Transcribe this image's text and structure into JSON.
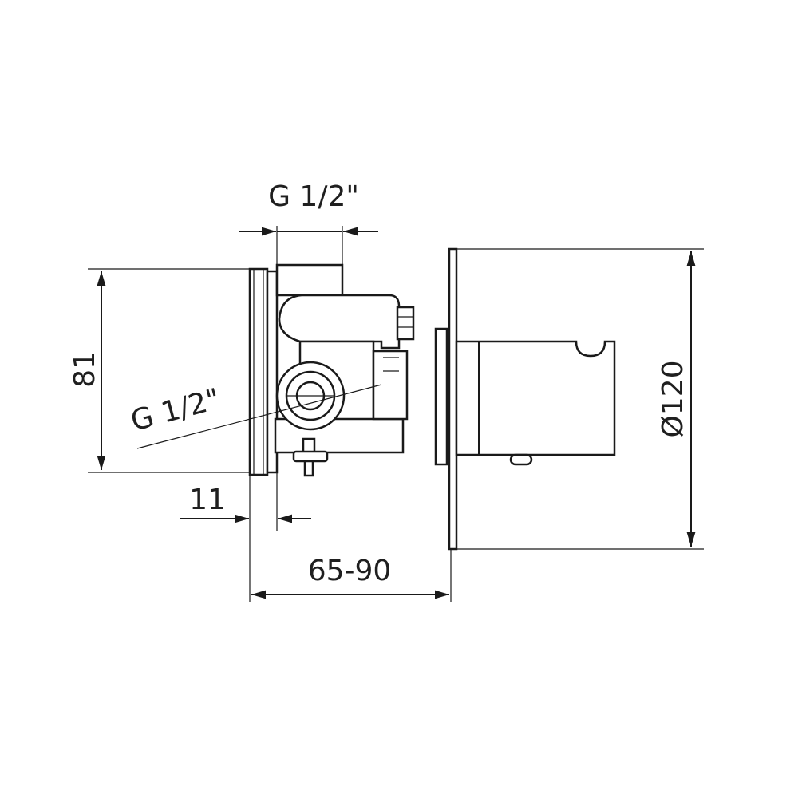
{
  "dimensions": {
    "thread_top": "G 1/2\"",
    "thread_side": "G 1/2\"",
    "height": "81",
    "wall_offset": "11",
    "depth_range": "65-90",
    "plate_diameter": "Ø120"
  },
  "colors": {
    "line": "#1a1a1a",
    "text": "#1f1f1f",
    "background": "#ffffff"
  }
}
